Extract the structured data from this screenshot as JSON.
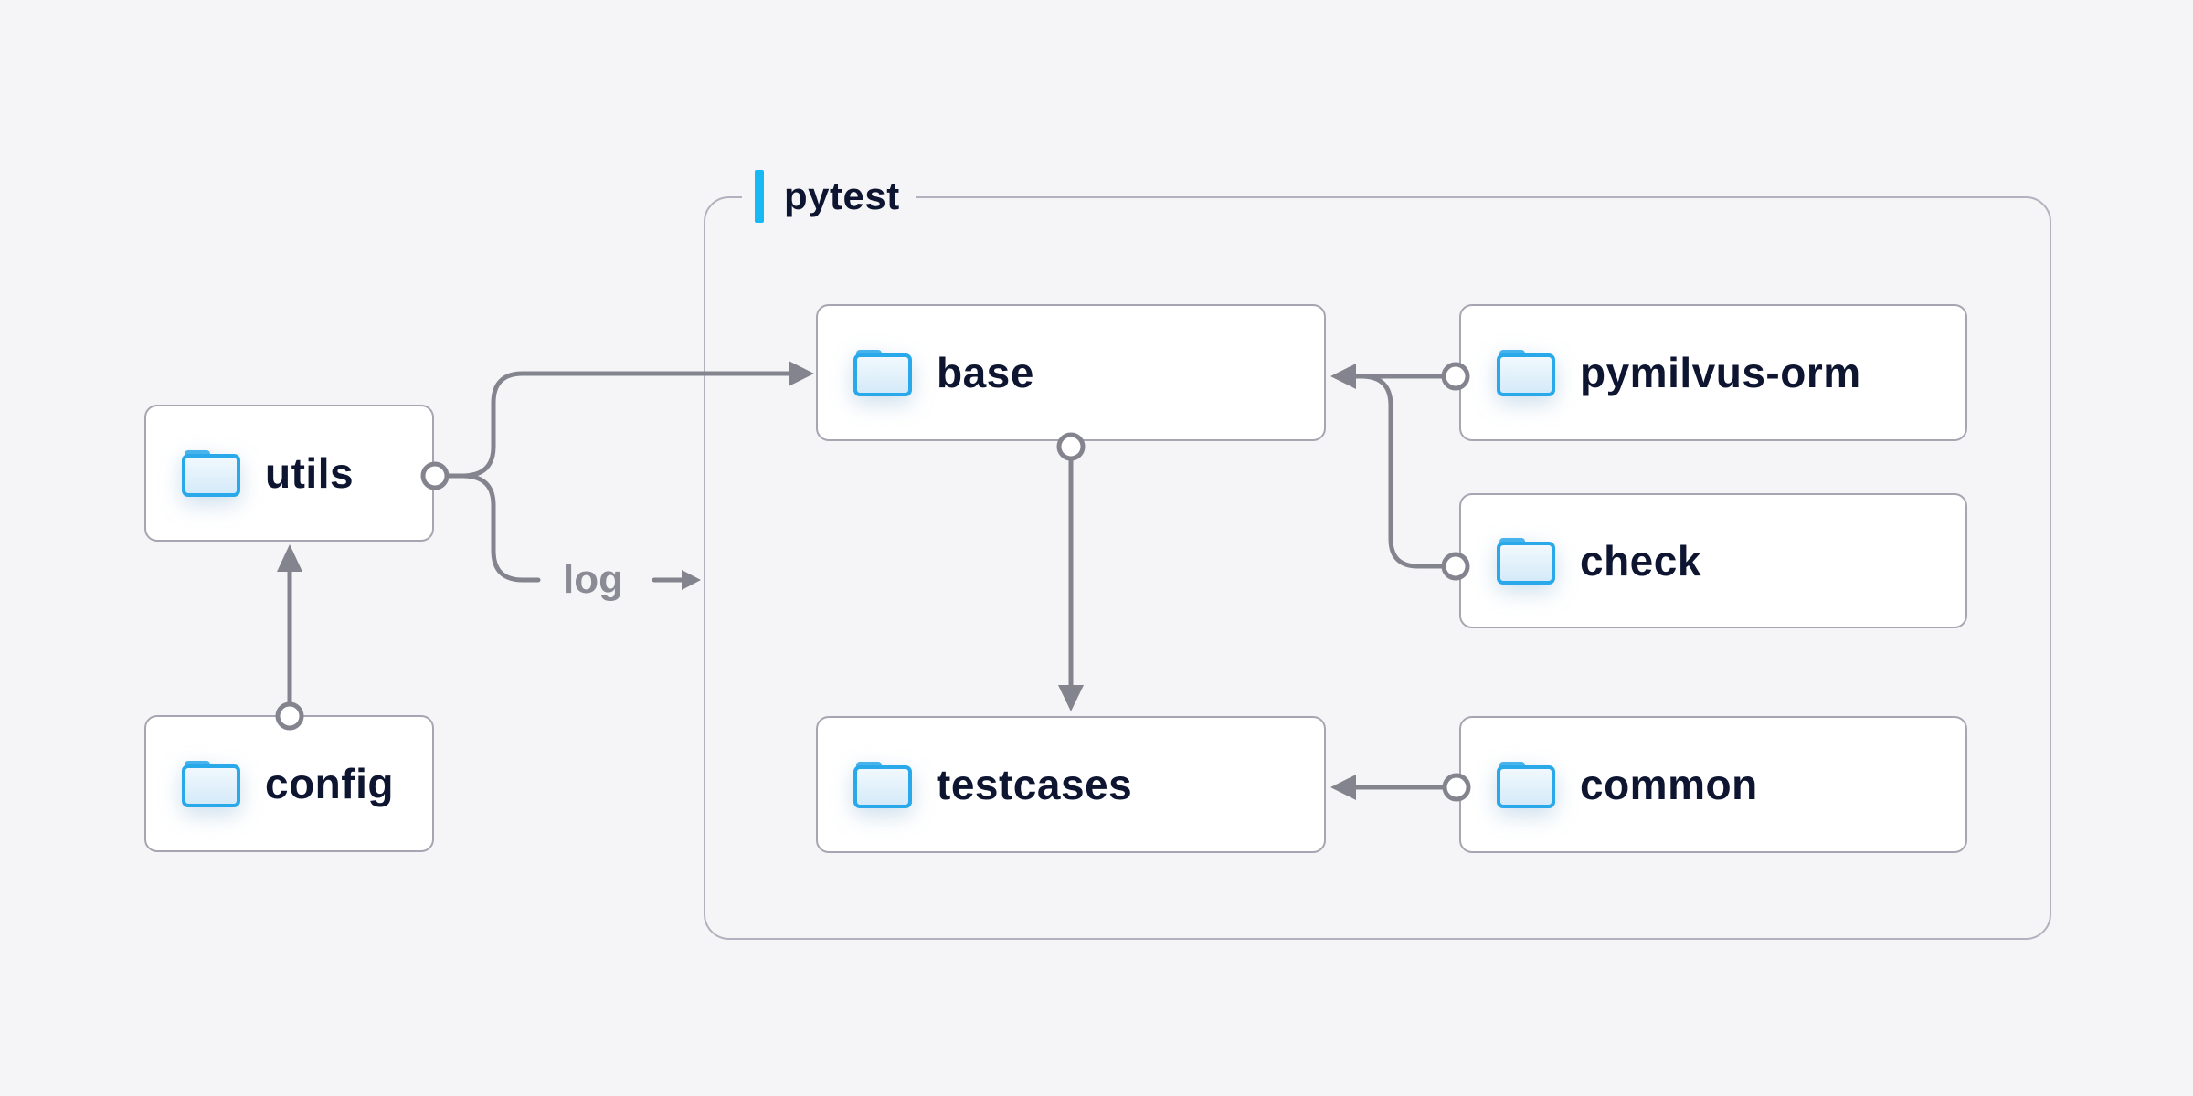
{
  "diagram": {
    "container_label": "pytest",
    "log_label": "log",
    "nodes": [
      {
        "id": "utils",
        "label": "utils",
        "icon": "folder-icon",
        "inside_pytest": false
      },
      {
        "id": "config",
        "label": "config",
        "icon": "folder-icon",
        "inside_pytest": false
      },
      {
        "id": "base",
        "label": "base",
        "icon": "folder-icon",
        "inside_pytest": true
      },
      {
        "id": "testcases",
        "label": "testcases",
        "icon": "folder-icon",
        "inside_pytest": true
      },
      {
        "id": "pymilvus-orm",
        "label": "pymilvus-orm",
        "icon": "folder-icon",
        "inside_pytest": true
      },
      {
        "id": "check",
        "label": "check",
        "icon": "folder-icon",
        "inside_pytest": true
      },
      {
        "id": "common",
        "label": "common",
        "icon": "folder-icon",
        "inside_pytest": true
      }
    ],
    "edges": [
      {
        "from": "config",
        "to": "utils"
      },
      {
        "from": "utils",
        "to": "base"
      },
      {
        "from": "utils",
        "to": "log",
        "label": "log"
      },
      {
        "from": "pymilvus-orm",
        "to": "base"
      },
      {
        "from": "check",
        "to": "base"
      },
      {
        "from": "base",
        "to": "testcases"
      },
      {
        "from": "common",
        "to": "testcases"
      }
    ],
    "colors": {
      "background": "#f5f5f7",
      "node_fill": "#ffffff",
      "node_border": "#a6a6b2",
      "container_border": "#b2b2be",
      "wire": "#84848f",
      "text": "#0d1530",
      "accent_cyan": "#16b9f5",
      "log_text": "#8b8b96",
      "folder_blue": "#29a9e9",
      "folder_tab": "#47b3ec"
    }
  }
}
